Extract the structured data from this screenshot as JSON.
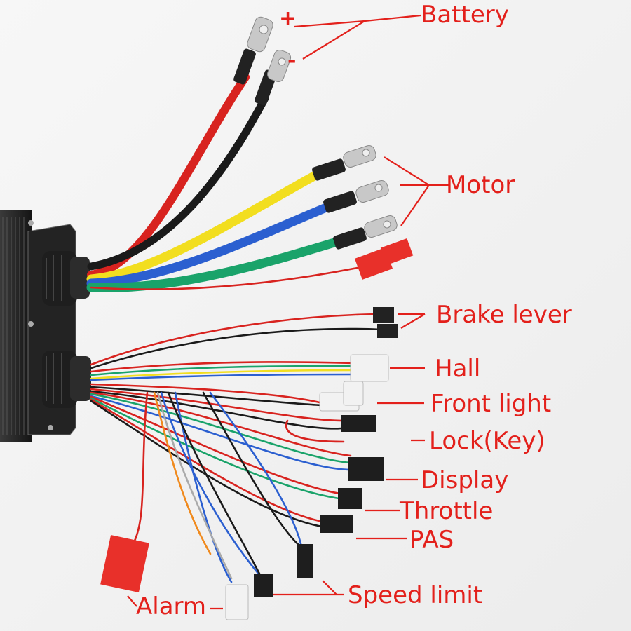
{
  "labels": {
    "battery": "Battery",
    "plus": "+",
    "minus": "-",
    "motor": "Motor",
    "brake_lever": "Brake lever",
    "hall": "Hall",
    "front_light": "Front light",
    "lock_key": "Lock(Key)",
    "display": "Display",
    "throttle": "Throttle",
    "pas": "PAS",
    "speed_limit": "Speed limit",
    "alarm": "Alarm"
  },
  "colors": {
    "annotation": "#e3201b",
    "wire_red": "#d8231f",
    "wire_black": "#1a1a1a",
    "wire_yellow": "#f2de1f",
    "wire_blue": "#2b5fd0",
    "wire_green": "#1aa36a",
    "controller_body": "#2a2a2a",
    "connector_red": "#e8302a",
    "connector_white": "#f2f2f2"
  }
}
